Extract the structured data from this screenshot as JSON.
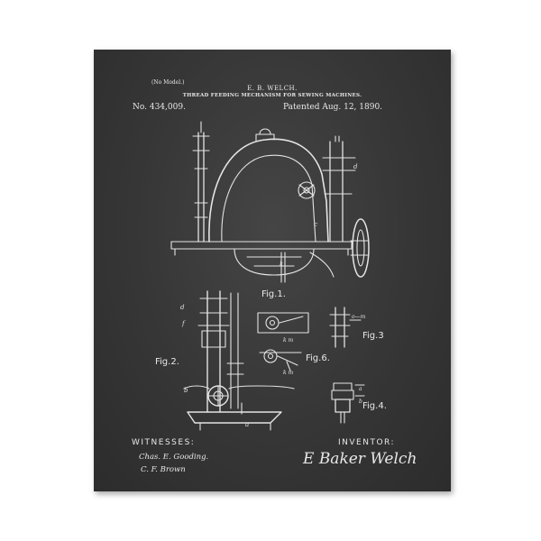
{
  "patent": {
    "no_model": "(No Model.)",
    "inventor_name": "E. B. WELCH.",
    "subtitle": "THREAD FEEDING MECHANISM FOR SEWING MACHINES.",
    "number": "No. 434,009.",
    "date": "Patented Aug. 12, 1890."
  },
  "figures": {
    "fig1": "Fig.1.",
    "fig2": "Fig.2.",
    "fig3": "Fig.3",
    "fig4": "Fig.4.",
    "fig6": "Fig.6."
  },
  "footer": {
    "witnesses_label": "WITNESSES:",
    "witness_1": "Chas. E. Gooding.",
    "witness_2": "C. F. Brown",
    "inventor_label": "INVENTOR:",
    "inventor_signature": "E Baker Welch"
  },
  "colors": {
    "background": "#ffffff",
    "chalkboard": "#363636",
    "chalk": "#e8e8e8"
  }
}
